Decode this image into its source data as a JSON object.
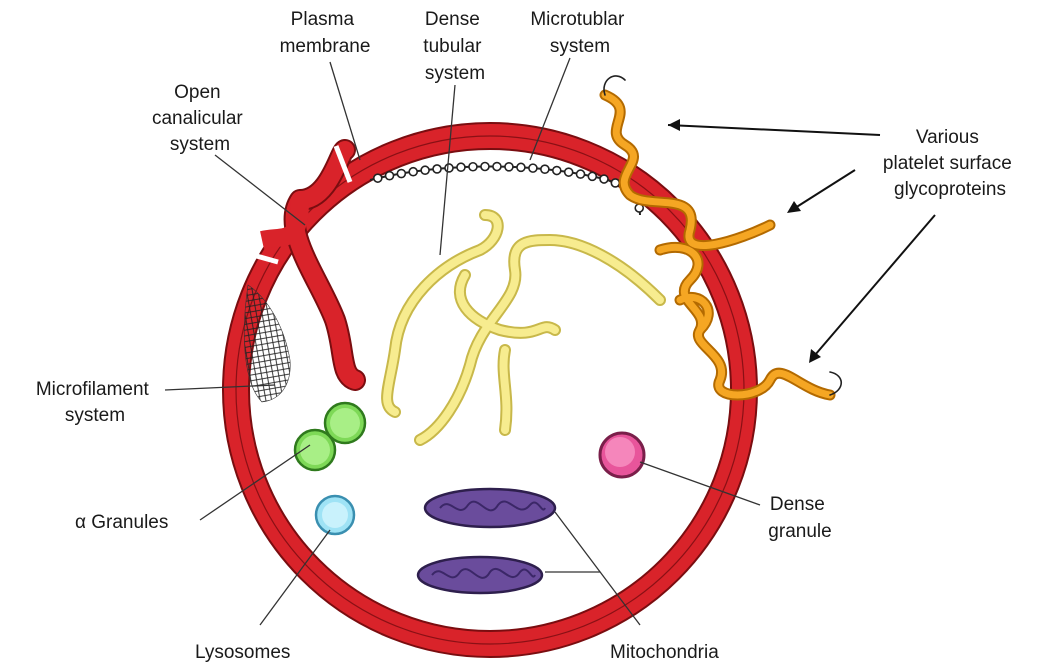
{
  "labels": {
    "plasma_membrane": [
      "Plasma",
      "membrane"
    ],
    "dense_tubular": [
      "Dense",
      "tubular",
      "system"
    ],
    "microtubular": [
      "Microtublar",
      "system"
    ],
    "open_canalicular": [
      "Open",
      "canalicular",
      "system"
    ],
    "glycoproteins": [
      "Various",
      "platelet surface",
      "glycoproteins"
    ],
    "microfilament": [
      "Microfilament",
      "system"
    ],
    "alpha_granules": "α Granules",
    "lysosomes": "Lysosomes",
    "mitochondria": "Mitochondria",
    "dense_granule": [
      "Dense",
      "granule"
    ]
  },
  "colors": {
    "membrane": "#d9232a",
    "membrane_outline": "#7a0d10",
    "dense_tubular": "#f7ec8f",
    "dense_tubular_outline": "#c8b84a",
    "glycoprotein": "#f5a623",
    "glycoprotein_outline": "#b36a00",
    "alpha_granule": "#7ed957",
    "lysosome": "#9fe3f5",
    "mitochondria": "#6a4c9c",
    "dense_granule": "#e8559b"
  }
}
